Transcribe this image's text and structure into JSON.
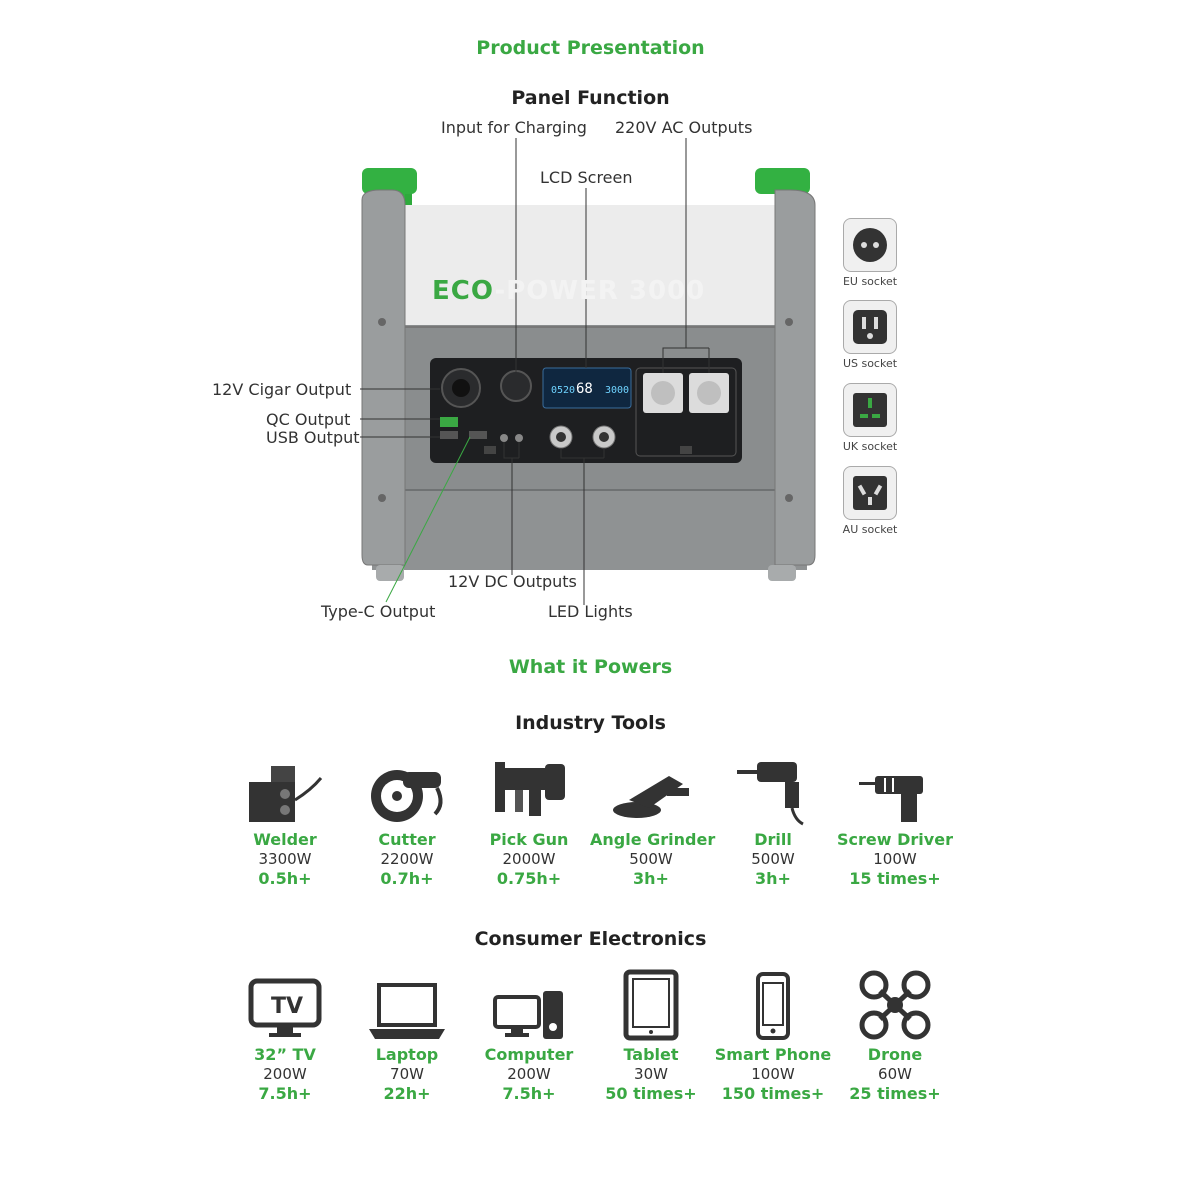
{
  "header": {
    "title": "Product Presentation",
    "panel_title": "Panel Function"
  },
  "device": {
    "brand_prefix": "ECO",
    "brand_suffix": "-POWER 3000",
    "lcd_left": "0520",
    "lcd_mid": "68",
    "lcd_right": "3000"
  },
  "callouts": {
    "input_charging": "Input for Charging",
    "ac_outputs": "220V AC Outputs",
    "lcd_screen": "LCD Screen",
    "cigar": "12V Cigar Output",
    "qc": "QC Output",
    "usb": "USB Output",
    "dc": "12V DC Outputs",
    "typec": "Type-C Output",
    "led": "LED Lights"
  },
  "sockets": [
    {
      "label": "EU socket",
      "icon": "eu-socket-icon"
    },
    {
      "label": "US socket",
      "icon": "us-socket-icon"
    },
    {
      "label": "UK socket",
      "icon": "uk-socket-icon"
    },
    {
      "label": "AU socket",
      "icon": "au-socket-icon"
    }
  ],
  "powers": {
    "title": "What it Powers",
    "industry": {
      "title": "Industry Tools",
      "items": [
        {
          "name": "Welder",
          "power": "3300W",
          "runtime": "0.5h+",
          "icon": "welder-icon"
        },
        {
          "name": "Cutter",
          "power": "2200W",
          "runtime": "0.7h+",
          "icon": "cutter-icon"
        },
        {
          "name": "Pick Gun",
          "power": "2000W",
          "runtime": "0.75h+",
          "icon": "pick-gun-icon"
        },
        {
          "name": "Angle Grinder",
          "power": "500W",
          "runtime": "3h+",
          "icon": "angle-grinder-icon"
        },
        {
          "name": "Drill",
          "power": "500W",
          "runtime": "3h+",
          "icon": "drill-icon"
        },
        {
          "name": "Screw Driver",
          "power": "100W",
          "runtime": "15 times+",
          "icon": "screw-driver-icon"
        }
      ]
    },
    "consumer": {
      "title": "Consumer Electronics",
      "items": [
        {
          "name": "32” TV",
          "power": "200W",
          "runtime": "7.5h+",
          "icon": "tv-icon",
          "icon_text": "TV"
        },
        {
          "name": "Laptop",
          "power": "70W",
          "runtime": "22h+",
          "icon": "laptop-icon"
        },
        {
          "name": "Computer",
          "power": "200W",
          "runtime": "7.5h+",
          "icon": "computer-icon"
        },
        {
          "name": "Tablet",
          "power": "30W",
          "runtime": "50 times+",
          "icon": "tablet-icon"
        },
        {
          "name": "Smart Phone",
          "power": "100W",
          "runtime": "150 times+",
          "icon": "smartphone-icon"
        },
        {
          "name": "Drone",
          "power": "60W",
          "runtime": "25 times+",
          "icon": "drone-icon"
        }
      ]
    }
  },
  "colors": {
    "accent": "#3aa843",
    "body": "#8a8d8e",
    "panel": "#1e1f21"
  }
}
